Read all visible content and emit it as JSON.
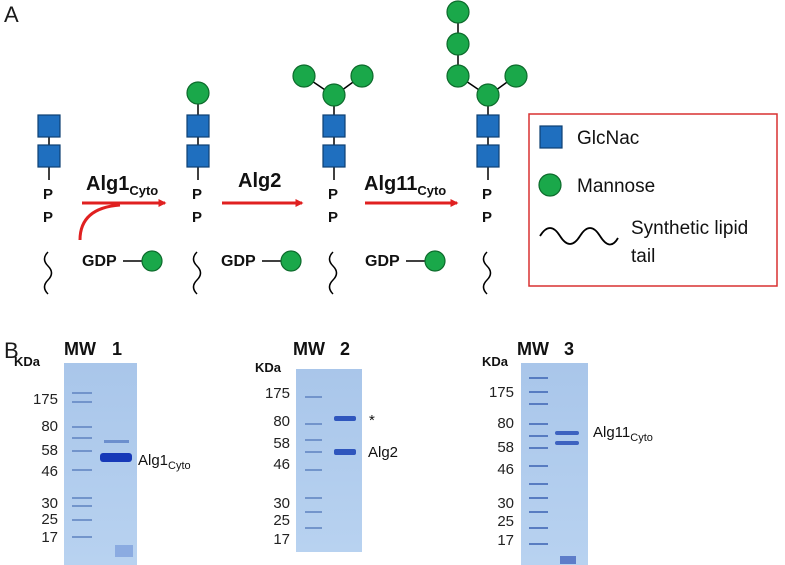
{
  "panel_a": {
    "label": "A",
    "enzymes": [
      {
        "name": "Alg1",
        "sub": "Cyto"
      },
      {
        "name": "Alg2",
        "sub": ""
      },
      {
        "name": "Alg11",
        "sub": "Cyto"
      }
    ],
    "phosphate": "P",
    "donor": "GDP",
    "legend": {
      "glcnac": "GlcNac",
      "mannose": "Mannose",
      "lipid_line1": "Synthetic lipid",
      "lipid_line2": "tail"
    },
    "colors": {
      "glcnac": "#1f6fbf",
      "mannose": "#1aa84a",
      "arrow": "#e02020",
      "legend_border": "#d93030"
    }
  },
  "panel_b": {
    "label": "B",
    "gels": [
      {
        "kda": "KDa",
        "mw_label": "MW",
        "lane_label": "1",
        "markers": [
          "175",
          "80",
          "58",
          "46",
          "30",
          "25",
          "17"
        ],
        "band_name": "Alg1",
        "band_sub": "Cyto",
        "extra_mark": ""
      },
      {
        "kda": "KDa",
        "mw_label": "MW",
        "lane_label": "2",
        "markers": [
          "175",
          "80",
          "58",
          "46",
          "30",
          "25",
          "17"
        ],
        "band_name": "Alg2",
        "band_sub": "",
        "extra_mark": "*"
      },
      {
        "kda": "KDa",
        "mw_label": "MW",
        "lane_label": "3",
        "markers": [
          "175",
          "80",
          "58",
          "46",
          "30",
          "25",
          "17"
        ],
        "band_name": "Alg11",
        "band_sub": "Cyto",
        "extra_mark": ""
      }
    ]
  }
}
